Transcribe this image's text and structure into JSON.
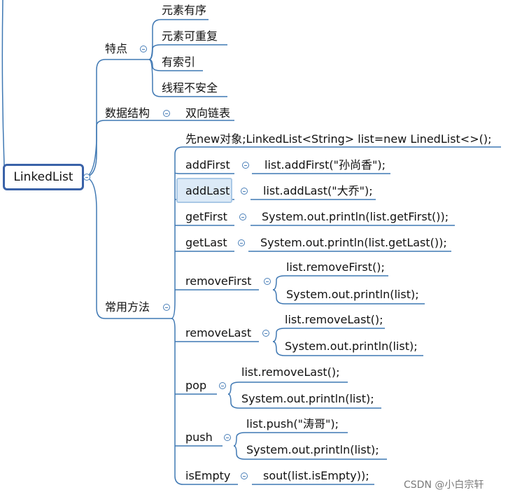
{
  "root": {
    "label": "LinkedList"
  },
  "branches": [
    {
      "label": "特点",
      "children": [
        "元素有序",
        "元素可重复",
        "有索引",
        "线程不安全"
      ]
    },
    {
      "label": "数据结构",
      "children": [
        "双向链表"
      ]
    },
    {
      "label": "常用方法",
      "methods": [
        {
          "note": "先new对象;LinkedList<String> list=new LinedList<>();"
        },
        {
          "name": "addFirst",
          "code": [
            "list.addFirst(\"孙尚香\");"
          ]
        },
        {
          "name": "addLast",
          "code": [
            "list.addLast(\"大乔\");"
          ]
        },
        {
          "name": "getFirst",
          "code": [
            "System.out.println(list.getFirst());"
          ]
        },
        {
          "name": "getLast",
          "code": [
            "System.out.println(list.getLast());"
          ]
        },
        {
          "name": "removeFirst",
          "code": [
            "list.removeFirst();",
            "System.out.println(list);"
          ]
        },
        {
          "name": "removeLast",
          "code": [
            "list.removeLast();",
            "System.out.println(list);"
          ]
        },
        {
          "name": "pop",
          "code": [
            "list.removeLast();",
            "System.out.println(list);"
          ]
        },
        {
          "name": "push",
          "code": [
            "list.push(\"涛哥\");",
            "System.out.println(list);"
          ]
        },
        {
          "name": "isEmpty",
          "code": [
            "sout(list.isEmpty));"
          ]
        }
      ]
    }
  ],
  "watermark": "CSDN @小白宗轩",
  "colors": {
    "line": "#3f78b3",
    "root_border": "#3a62a8",
    "highlight": "#dceaf7"
  }
}
